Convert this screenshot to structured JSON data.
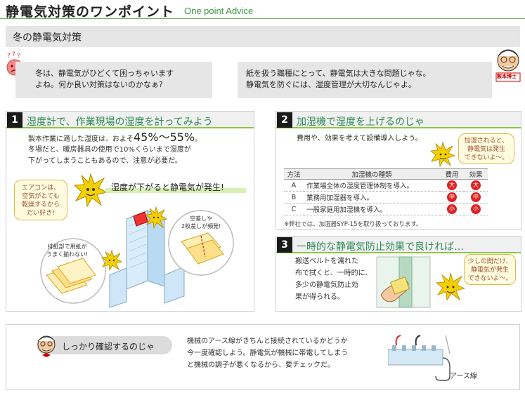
{
  "header": {
    "title": "静電気対策のワンポイント",
    "subtitle": "One point Advice"
  },
  "section": {
    "title": "冬の静電気対策"
  },
  "question": {
    "line1": "冬は、静電気がひどくて困っちゃいます",
    "line2": "よね。何か良い対策はないのかなぁ?"
  },
  "answer": {
    "line1": "紙を扱う職種にとって、静電気は大きな問題じゃな。",
    "line2": "静電気を防ぐには、湿度管理が大切なんじゃよ。",
    "badge": "製本博士"
  },
  "panel1": {
    "num": "1",
    "title": "湿度計で、作業現場の湿度を計ってみよう",
    "line1_pre": "製本作業に適した湿度は、およそ",
    "line1_big": "45%〜55%",
    "line1_post": "。",
    "line2": "冬場だと、暖房器具の使用で10%くらいまで湿度が",
    "line3": "下がってしまうこともあるので、注意が必要だ。",
    "aircon_bubble": [
      "エアコンは、",
      "空気がとても",
      "乾燥するから",
      "だい好き!"
    ],
    "warning": "湿度が下がると静電気が発生!",
    "jam_bubble": [
      "空差しや",
      "2枚差しが頻発!"
    ],
    "output_bubble": [
      "排紙部で用紙が",
      "うまく揃わない!"
    ]
  },
  "panel2": {
    "num": "2",
    "title": "加湿機で湿度を上げるのじゃ",
    "intro": "費用や、効果を考えて設備導入しよう。",
    "bubble": [
      "加湿されると、",
      "静電気は発生",
      "できないよ〜。"
    ],
    "table": {
      "headers": [
        "方法",
        "加湿機の種類",
        "費用",
        "効果"
      ],
      "rows": [
        {
          "method": "A",
          "type": "作業場全体の湿度管理体制を導入。",
          "cost": "大",
          "effect": "大"
        },
        {
          "method": "B",
          "type": "業務用加湿器を導入。",
          "cost": "中",
          "effect": "中"
        },
        {
          "method": "C",
          "type": "一般家庭用加湿機を導入。",
          "cost": "小",
          "effect": "小"
        }
      ]
    },
    "note": "※弊社では、加湿器SYP-15を取り扱っております。"
  },
  "panel3": {
    "num": "3",
    "title": "一時的な静電気防止効果で良ければ…",
    "lines": [
      "搬送ベルトを濡れた",
      "布で拭くと、一時的に、",
      "多少の静電気防止効",
      "果が得られる。"
    ],
    "bubble": [
      "少しの間だけ、",
      "静電気が発生",
      "できないよ〜。"
    ]
  },
  "bottom": {
    "label": "しっかり確認するのじゃ",
    "lines": [
      "機械のアース線がきちんと接続されているかどうか",
      "今一度確認しよう。静電気が機械に帯電してしまう",
      "と機械の調子が悪くなるから、要チェックだ。"
    ],
    "ground_label": "アース線"
  },
  "colors": {
    "accent_green": "#2e8b57",
    "rule_green": "#8cc63f",
    "warn_red": "#d22222",
    "burst_yellow": "#f5d000"
  }
}
